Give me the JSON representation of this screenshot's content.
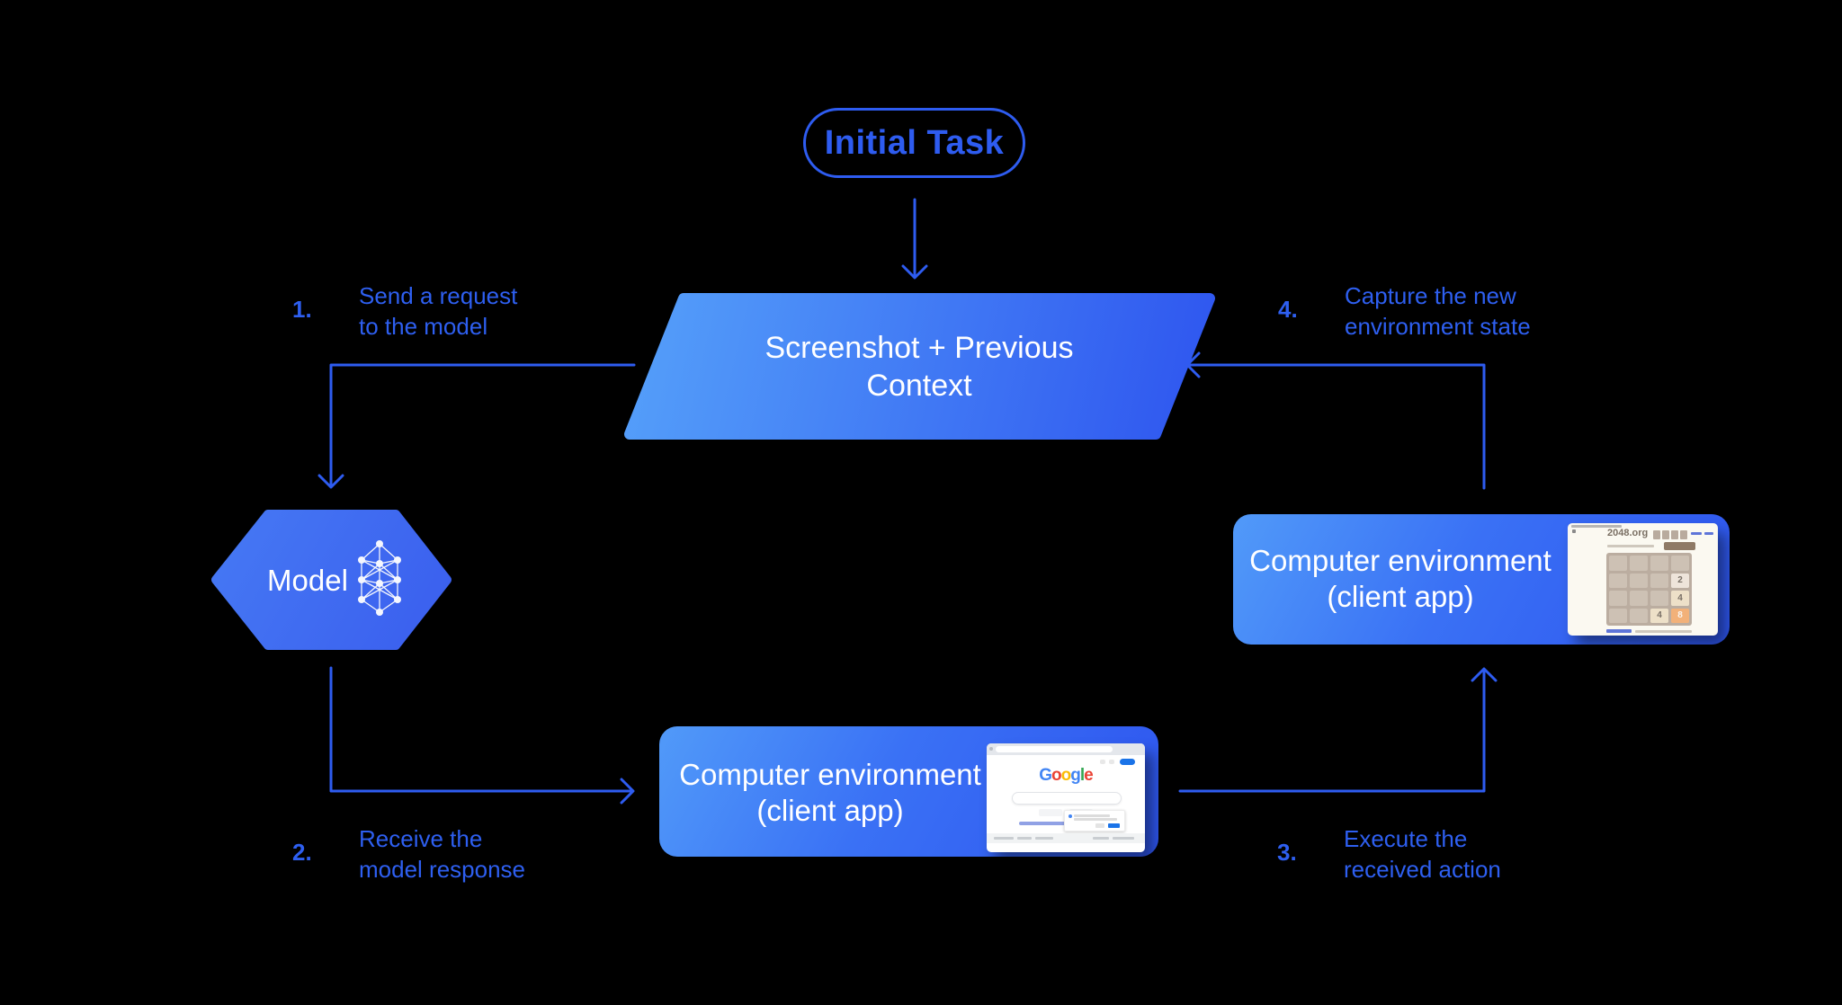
{
  "colors": {
    "background": "#000000",
    "accent_blue": "#2e5cf0",
    "label_blue": "#2e5ff0",
    "node_text": "#ffffff",
    "shape_gradient_light": "#5296f9",
    "shape_gradient_dark": "#2e55ef",
    "google_blue": "#1a73e8"
  },
  "nodes": {
    "initial_task": {
      "label": "Initial Task"
    },
    "context": {
      "line1": "Screenshot + Previous",
      "line2": "Context"
    },
    "model": {
      "label": "Model"
    },
    "env_executor": {
      "line1": "Computer environment",
      "line2": "(client app)"
    },
    "env_capture": {
      "line1": "Computer environment",
      "line2": "(client app)"
    }
  },
  "steps": [
    {
      "num": "1.",
      "line1": "Send a request",
      "line2": "to the model"
    },
    {
      "num": "2.",
      "line1": "Receive the",
      "line2": "model response"
    },
    {
      "num": "3.",
      "line1": "Execute the",
      "line2": "received action"
    },
    {
      "num": "4.",
      "line1": "Capture the new",
      "line2": "environment state"
    }
  ],
  "thumbnails": {
    "google": {
      "letters": [
        {
          "ch": "G",
          "color": "#4285F4"
        },
        {
          "ch": "o",
          "color": "#EA4335"
        },
        {
          "ch": "o",
          "color": "#FBBC05"
        },
        {
          "ch": "g",
          "color": "#4285F4"
        },
        {
          "ch": "l",
          "color": "#34A853"
        },
        {
          "ch": "e",
          "color": "#EA4335"
        }
      ]
    },
    "game2048": {
      "site": "2048.org",
      "tiles": [
        {
          "value": "2",
          "bg": "#eee4da",
          "fg": "#776e65"
        },
        {
          "value": "4",
          "bg": "#ede0c8",
          "fg": "#776e65"
        },
        {
          "value": "4",
          "bg": "#ede0c8",
          "fg": "#776e65"
        },
        {
          "value": "8",
          "bg": "#f2b179",
          "fg": "#f9f6f2"
        }
      ]
    }
  }
}
